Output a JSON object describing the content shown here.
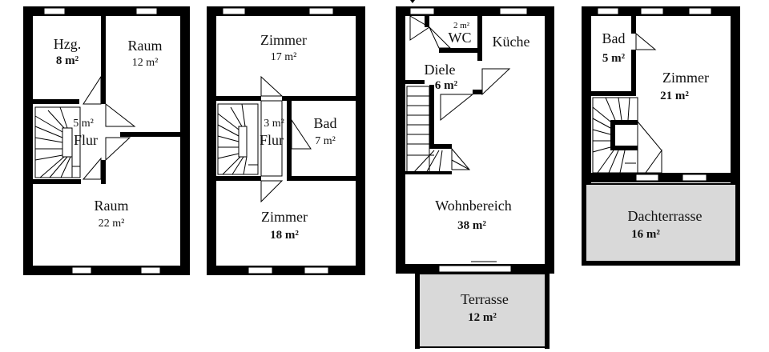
{
  "floors": [
    {
      "rooms": [
        {
          "name": "Hzg.",
          "area": "8 m²"
        },
        {
          "name": "Raum",
          "area": "12 m²"
        },
        {
          "name": "Flur",
          "area": "5 m²"
        },
        {
          "name": "Raum",
          "area": "22 m²"
        }
      ]
    },
    {
      "rooms": [
        {
          "name": "Zimmer",
          "area": "17 m²"
        },
        {
          "name": "Flur",
          "area": "3 m²"
        },
        {
          "name": "Bad",
          "area": "7 m²"
        },
        {
          "name": "Zimmer",
          "area": "18 m²"
        }
      ]
    },
    {
      "rooms": [
        {
          "name": "WC",
          "area": "2 m²"
        },
        {
          "name": "Küche",
          "area": ""
        },
        {
          "name": "Diele",
          "area": "6 m²"
        },
        {
          "name": "Wohnbereich",
          "area": "38 m²"
        },
        {
          "name": "Terrasse",
          "area": "12 m²"
        }
      ]
    },
    {
      "rooms": [
        {
          "name": "Bad",
          "area": "5 m²"
        },
        {
          "name": "Zimmer",
          "area": "21 m²"
        },
        {
          "name": "Dachterrasse",
          "area": "16 m²"
        }
      ]
    }
  ],
  "colors": {
    "wall": "#000000",
    "terrace_fill": "#d9d9d9",
    "background": "#ffffff"
  }
}
